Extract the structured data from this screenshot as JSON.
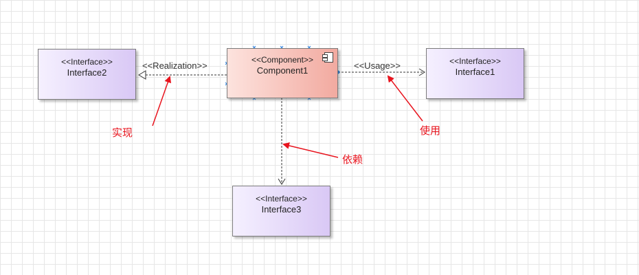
{
  "nodes": {
    "interface2": {
      "stereotype": "<<Interface>>",
      "name": "Interface2"
    },
    "component1": {
      "stereotype": "<<Component>>",
      "name": "Component1"
    },
    "interface1": {
      "stereotype": "<<Interface>>",
      "name": "Interface1"
    },
    "interface3": {
      "stereotype": "<<Interface>>",
      "name": "Interface3"
    }
  },
  "links": {
    "realization": "<<Realization>>",
    "usage": "<<Usage>>"
  },
  "annotations": {
    "realization_note": "实现",
    "usage_note": "使用",
    "dependency_note": "依赖"
  },
  "colors": {
    "interface_fill": "#d9c8f5",
    "component_fill": "#f2aaa0",
    "annotation": "#e8141e",
    "selection_handle": "#3d8ae0"
  }
}
